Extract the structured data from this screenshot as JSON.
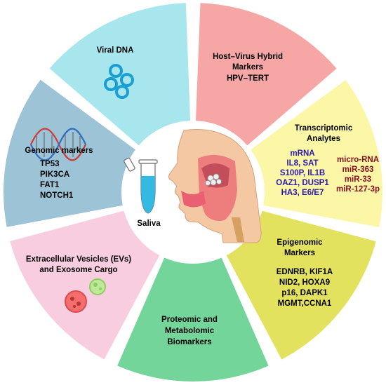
{
  "center": {
    "label": "Saliva"
  },
  "colors": {
    "viral": "#a6e6ec",
    "hybrid": "#f7a6a6",
    "transcriptomic": "#fbf7a6",
    "epigenomic": "#e3e25e",
    "proteomic": "#74d59a",
    "ev": "#f9cde0",
    "genomic": "#9cc4d6",
    "mrna_text": "#2a1aa8",
    "mirna_text": "#8a1022"
  },
  "segments": {
    "viral_dna": {
      "title": "Viral DNA",
      "icon": "dna-circles-icon"
    },
    "hybrid": {
      "title_line1": "Host–Virus Hybrid",
      "title_line2": "Markers",
      "marker": "HPV–TERT"
    },
    "transcriptomic": {
      "title_line1": "Transcriptomic",
      "title_line2": "Analytes",
      "mrna": [
        "mRNA",
        "IL8, SAT",
        "S100P, IL1B",
        "OAZ1, DUSP1",
        "HA3, E6/E7"
      ],
      "mirna": [
        "micro-RNA",
        "miR-363",
        "miR-33",
        "miR-127-3p"
      ]
    },
    "epigenomic": {
      "title_line1": "Epigenomic",
      "title_line2": "Markers",
      "markers": [
        "EDNRB, KIF1A",
        "NID2, HOXA9",
        "p16, DAPK1",
        "MGMT,CCNA1"
      ]
    },
    "proteomic": {
      "title_line1": "Proteomic and",
      "title_line2": "Metabolomic",
      "title_line3": "Biomarkers"
    },
    "ev": {
      "title_line1": "Extracellular Vesicles (EVs)",
      "title_line2": "and Exosome Cargo",
      "icon": "vesicle-icon"
    },
    "genomic": {
      "title": "Genomic markers",
      "markers": [
        "TP53",
        "PIK3CA",
        "FAT1",
        "NOTCH1"
      ],
      "icon": "dna-helix-icon"
    }
  }
}
